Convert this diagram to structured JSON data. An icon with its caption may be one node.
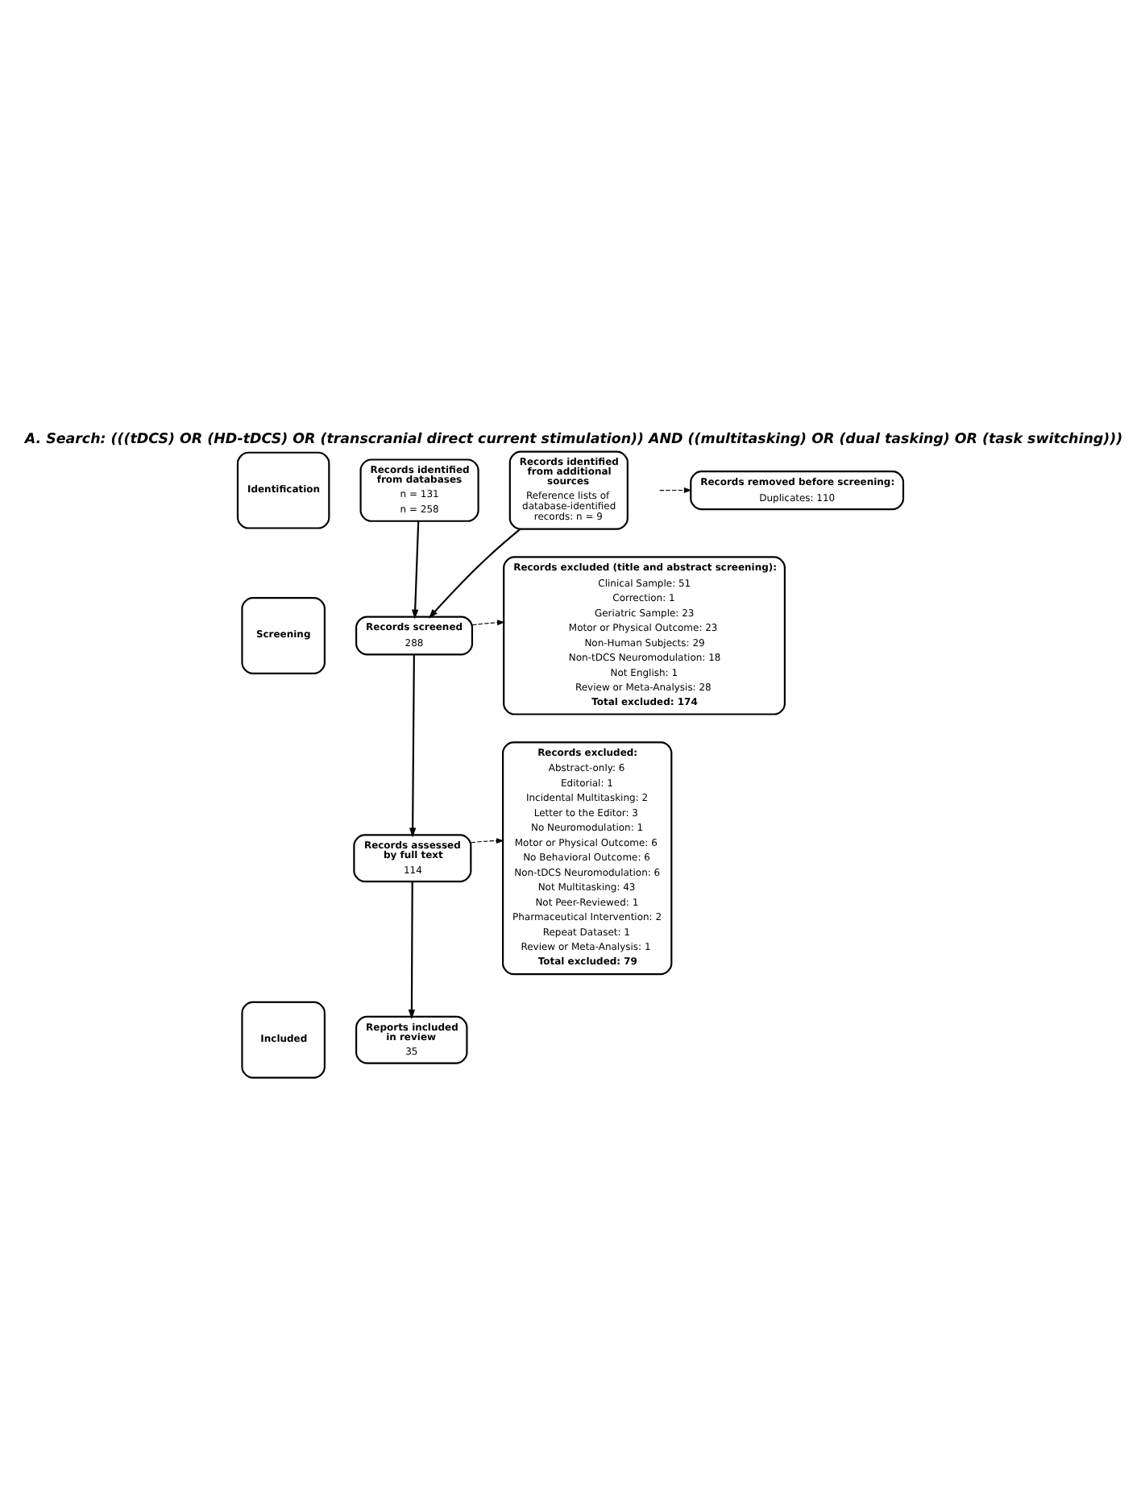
{
  "diagram": {
    "title": "A. Search: (((tDCS) OR (HD-tDCS) OR (transcranial direct current stimulation)) AND ((multitasking) OR (dual tasking) OR (task switching)))",
    "nodes": [
      {
        "text": [
          "Identification"
        ]
      },
      {
        "text": [
          "Records identified from databases",
          "n = 131",
          "n = 258"
        ]
      },
      {
        "text": [
          "Records identified from additional sources",
          "Reference lists of database-identified records: n = 9"
        ]
      },
      {
        "text": [
          "Records removed before screening:",
          "Duplicates: 110"
        ]
      },
      {
        "text": [
          "Screening"
        ]
      },
      {
        "text": [
          "Records excluded (title and abstract screening):",
          "Clinical Sample: 51",
          "Correction: 1",
          "Geriatric Sample: 23",
          "Motor or Physical Outcome: 23",
          "Non-Human Subjects: 29",
          "Non-tDCS Neuromodulation: 18",
          "Not English: 1",
          "Review or Meta-Analysis: 28",
          "Total excluded: 174"
        ]
      },
      {
        "text": [
          "Records screened",
          "288"
        ]
      },
      {
        "text": [
          "Records assessed by full text",
          "114"
        ]
      },
      {
        "text": [
          "Records excluded:",
          "Abstract-only: 6",
          "Editorial: 1",
          "Incidental Multitasking: 2",
          "Letter to the Editor: 3",
          "No Neuromodulation: 1",
          "Motor or Physical Outcome: 6",
          "No Behavioral Outcome: 6",
          "Non-tDCS Neuromodulation: 6",
          "Not Multitasking: 43",
          "Not Peer-Reviewed: 1",
          "Pharmaceutical Intervention: 2",
          "Repeat Dataset: 1",
          "Review or Meta-Analysis: 1",
          "Total excluded: 79"
        ]
      },
      {
        "text": [
          "Included"
        ]
      },
      {
        "text": [
          "Reports included in review",
          "35"
        ]
      }
    ],
    "edges": [
      {
        "from": 1,
        "to": 6,
        "arrow": "to"
      },
      {
        "from": 2,
        "to": 6,
        "arrow": "to"
      },
      {
        "from": null,
        "to": 3,
        "arrow": "to",
        "style": "dashed"
      },
      {
        "from": 6,
        "to": 5,
        "arrow": "to",
        "style": "dashed"
      },
      {
        "from": 6,
        "to": 7,
        "arrow": "to"
      },
      {
        "from": 7,
        "to": 8,
        "arrow": "to",
        "style": "dashed"
      },
      {
        "from": 7,
        "to": 10,
        "arrow": "to"
      }
    ]
  }
}
